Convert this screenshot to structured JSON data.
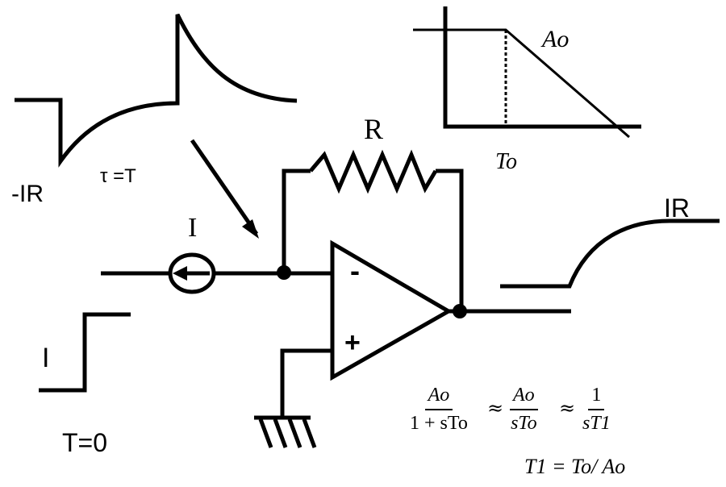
{
  "labels": {
    "resistor": "R",
    "current_source": "I",
    "output_level": "IR",
    "neg_level": "-IR",
    "time_const": "τ  =T",
    "step_label": "I",
    "time_zero": "T=0",
    "inverting_input": "-",
    "noninverting_input": "+",
    "bode_gain": "Ao",
    "bode_corner": "To"
  },
  "formula": {
    "f1_num": "Ao",
    "f1_den": "1 + sTo",
    "approx1": "≈",
    "f2_num": "Ao",
    "f2_den": "sTo",
    "approx2": "≈",
    "f3_num": "1",
    "f3_den": "sT1",
    "relation": "T1 = To/ Ao"
  }
}
